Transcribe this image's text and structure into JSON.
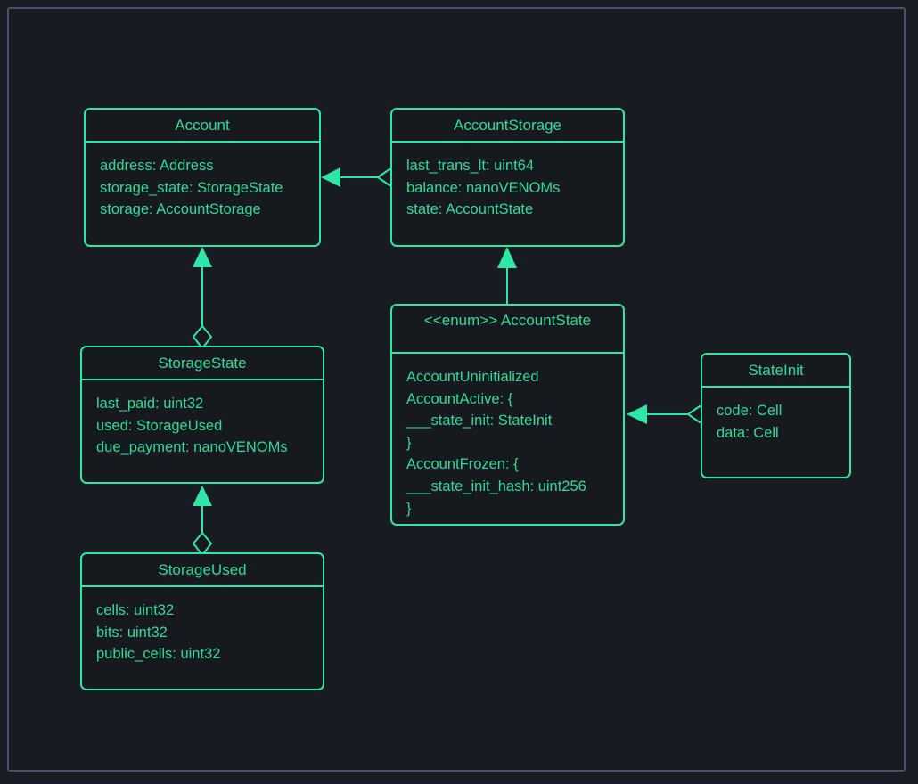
{
  "diagram": {
    "type": "uml-class-diagram",
    "theme": {
      "page_background": "#1a1d23",
      "panel_background": "#181b21",
      "frame_border": "#4a5263",
      "node_fill": "#16191e",
      "node_border": "#2ee6a8",
      "text_color": "#31d99a",
      "link_color": "#2ee6a8"
    },
    "nodes": [
      {
        "id": "account",
        "title": "Account",
        "stereotype": "",
        "members": [
          "address: Address",
          "storage_state: StorageState",
          "storage: AccountStorage"
        ]
      },
      {
        "id": "accountstorage",
        "title": "AccountStorage",
        "stereotype": "",
        "members": [
          "last_trans_lt: uint64",
          "balance: nanoVENOMs",
          "state: AccountState"
        ]
      },
      {
        "id": "storagestate",
        "title": "StorageState",
        "stereotype": "",
        "members": [
          "last_paid: uint32",
          "used: StorageUsed",
          "due_payment: nanoVENOMs"
        ]
      },
      {
        "id": "accountstate",
        "title": "<<enum>> AccountState",
        "stereotype": "<<enum>>",
        "members": [
          "AccountUninitialized",
          "AccountActive: {",
          "___state_init: StateInit",
          "}",
          "AccountFrozen: {",
          "___state_init_hash: uint256",
          "}"
        ]
      },
      {
        "id": "storageused",
        "title": "StorageUsed",
        "stereotype": "",
        "members": [
          "cells: uint32",
          "bits: uint32",
          "public_cells: uint32"
        ]
      },
      {
        "id": "stateinit",
        "title": "StateInit",
        "stereotype": "",
        "members": [
          "code: Cell",
          "data: Cell"
        ]
      }
    ],
    "links": [
      {
        "id": "link-accountstorage-account",
        "from": "accountstorage",
        "to": "account",
        "source_marker": "open-diamond",
        "target_marker": "filled-arrow",
        "orientation": "horizontal-left"
      },
      {
        "id": "link-storagestate-account",
        "from": "storagestate",
        "to": "account",
        "source_marker": "open-diamond",
        "target_marker": "filled-arrow",
        "orientation": "vertical-up"
      },
      {
        "id": "link-storageused-storagestate",
        "from": "storageused",
        "to": "storagestate",
        "source_marker": "open-diamond",
        "target_marker": "filled-arrow",
        "orientation": "vertical-up"
      },
      {
        "id": "link-accountstate-accountstorage",
        "from": "accountstate",
        "to": "accountstorage",
        "source_marker": "none",
        "target_marker": "filled-arrow",
        "orientation": "vertical-up"
      },
      {
        "id": "link-stateinit-accountstate",
        "from": "stateinit",
        "to": "accountstate",
        "source_marker": "open-diamond",
        "target_marker": "filled-arrow",
        "orientation": "horizontal-left"
      }
    ]
  }
}
